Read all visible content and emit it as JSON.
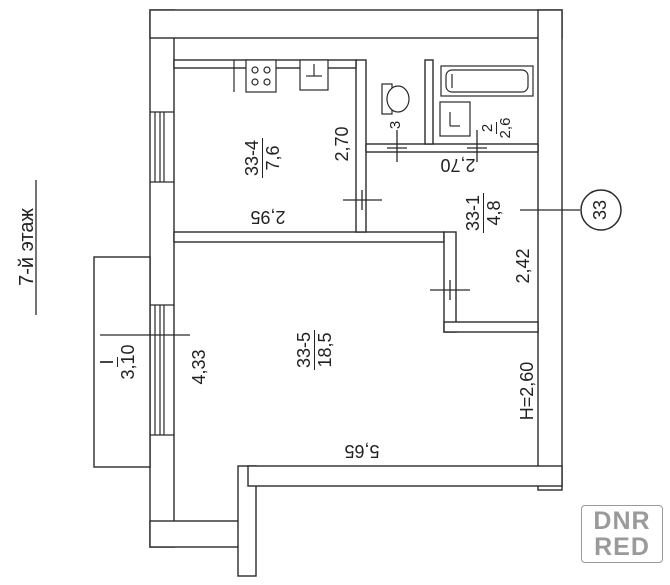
{
  "floor_label": "7-й этаж",
  "apartment_number": "33",
  "ceiling_height": "H=2,60",
  "watermark": {
    "line1": "DNR",
    "line2": "RED"
  },
  "rooms": {
    "living": {
      "code": "33-5",
      "area": "18,5"
    },
    "kitchen": {
      "code": "33-4",
      "area": "7,6"
    },
    "hall": {
      "code": "33-1",
      "area": "4,8"
    },
    "bathroom": {
      "code": "2",
      "area": "2,6"
    },
    "toilet": {
      "code": "3"
    },
    "balcony": {
      "code": "I",
      "area": "3,10"
    }
  },
  "dimensions": {
    "living_length": "5,65",
    "living_width": "4,33",
    "kitchen_length": "2,95",
    "kitchen_width": "2,70",
    "hall_length": "2,70",
    "hall_width": "2,42"
  }
}
